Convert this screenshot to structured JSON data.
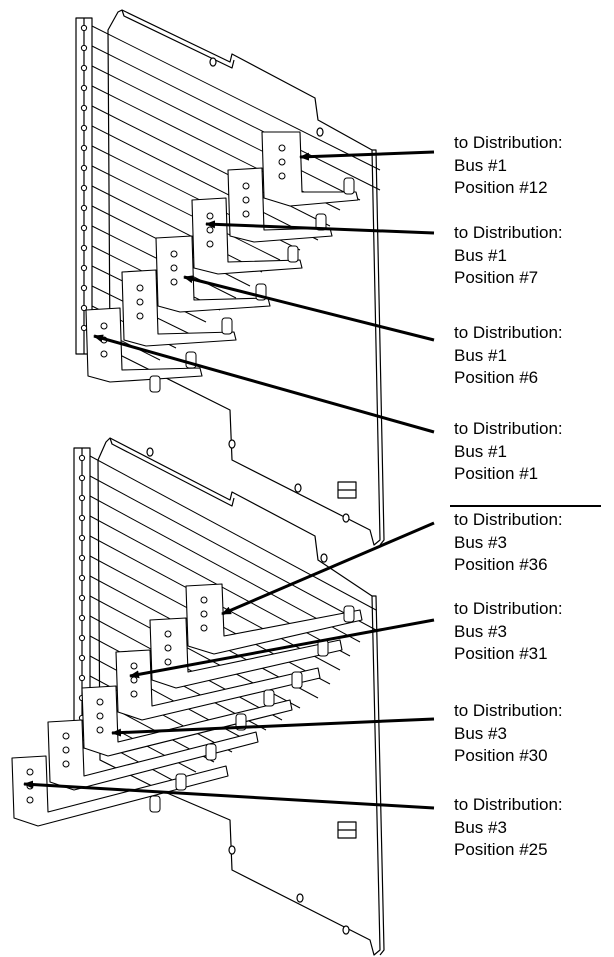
{
  "callouts": [
    {
      "lines": [
        "to Distribution:",
        "Bus #1",
        "Position #12"
      ]
    },
    {
      "lines": [
        "to Distribution:",
        "Bus #1",
        "Position #7"
      ]
    },
    {
      "lines": [
        "to Distribution:",
        "Bus #1",
        "Position #6"
      ]
    },
    {
      "lines": [
        "to Distribution:",
        "Bus #1",
        "Position #1"
      ]
    },
    {
      "lines": [
        "to Distribution:",
        "Bus #3",
        "Position #36"
      ]
    },
    {
      "lines": [
        "to Distribution:",
        "Bus #3",
        "Position #31"
      ]
    },
    {
      "lines": [
        "to Distribution:",
        "Bus #3",
        "Position #30"
      ]
    },
    {
      "lines": [
        "to Distribution:",
        "Bus #3",
        "Position #25"
      ]
    }
  ],
  "colors": {
    "ink": "#000000",
    "paper": "#ffffff",
    "shade": "#f2f2f2"
  }
}
